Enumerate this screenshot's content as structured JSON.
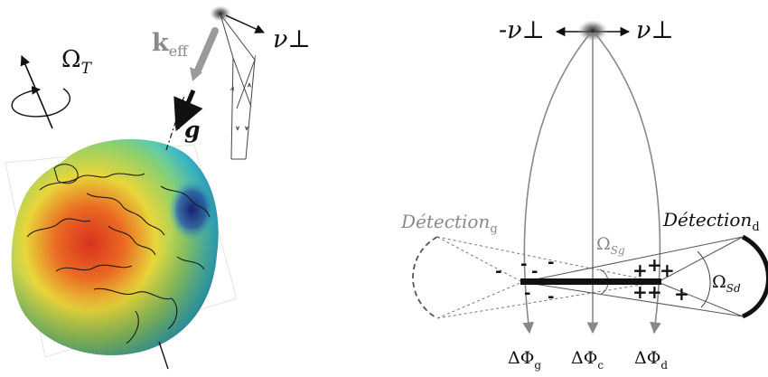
{
  "left_panel": {
    "omega_main": "Ω",
    "omega_sub": "T",
    "keff_main": "k",
    "keff_sub": "eff",
    "g_label": "g",
    "vperp_label": "ν⊥"
  },
  "right_panel": {
    "v_minus": "-ν⊥",
    "v_plus": "ν⊥",
    "det_g_main": "Détection",
    "det_g_sub": "g",
    "det_d_main": "Détection",
    "det_d_sub": "d",
    "omega_sg_main": "Ω",
    "omega_sg_sub": "Sg",
    "omega_sd_main": "Ω",
    "omega_sd_sub": "Sd",
    "phases": [
      {
        "main": "ΔΦ",
        "sub": "g"
      },
      {
        "main": "ΔΦ",
        "sub": "c"
      },
      {
        "main": "ΔΦ",
        "sub": "d"
      }
    ],
    "minus_sign": "-",
    "plus_sign": "+"
  },
  "colors": {
    "geoid_red": "#d8321e",
    "geoid_yellow": "#e8d63a",
    "geoid_cyan": "#3ec7d6",
    "geoid_blue": "#1f3fa0",
    "keff_grey": "#9a9a9a",
    "trajectory_grey": "#888888"
  }
}
